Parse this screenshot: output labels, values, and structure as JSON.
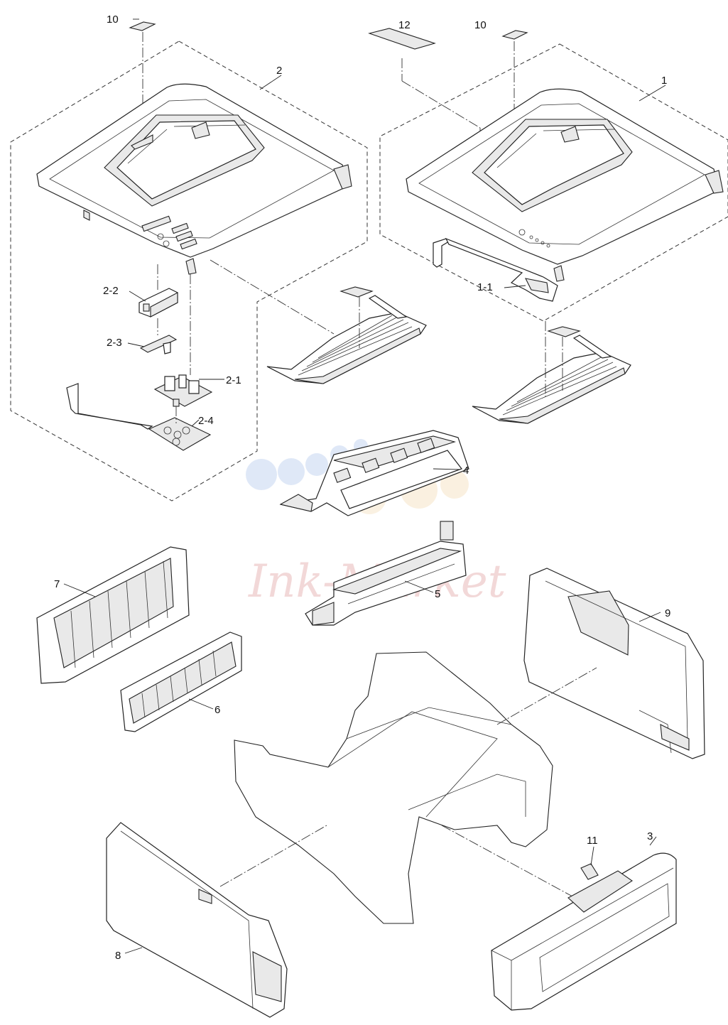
{
  "diagram": {
    "callouts": {
      "p10a": "10",
      "p12": "12",
      "p10b": "10",
      "p2": "2",
      "p1": "1",
      "p2_2": "2-2",
      "p1_1": "1-1",
      "p2_3": "2-3",
      "p2_1": "2-1",
      "p2_4": "2-4",
      "p4": "4",
      "p7": "7",
      "p5": "5",
      "p9": "9",
      "p6": "6",
      "p11": "11",
      "p3": "3",
      "p8": "8"
    },
    "watermark": "Ink-Market"
  }
}
